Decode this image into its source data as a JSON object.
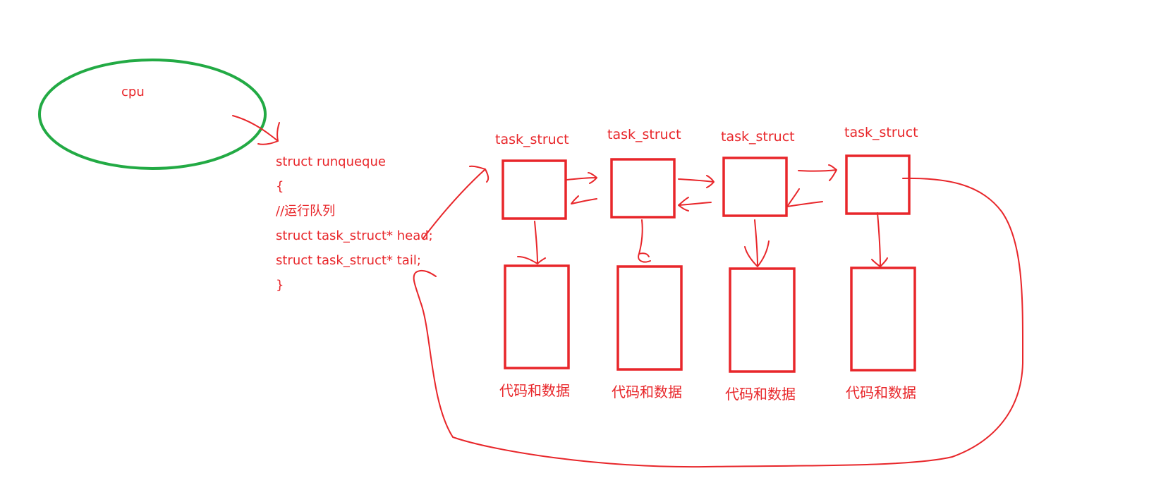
{
  "colors": {
    "ink_red": "#e8262a",
    "ink_green": "#22aa44",
    "background": "#ffffff"
  },
  "cpu": {
    "label": "cpu"
  },
  "runqueue": {
    "lines": [
      "struct runqueque",
      "{",
      "//运行队列",
      "struct task_struct* head;",
      "struct task_struct* tail;",
      "}"
    ]
  },
  "tasks": [
    {
      "label": "task_struct",
      "data_label": "代码和数据"
    },
    {
      "label": "task_struct",
      "data_label": "代码和数据"
    },
    {
      "label": "task_struct",
      "data_label": "代码和数据"
    },
    {
      "label": "task_struct",
      "data_label": "代码和数据"
    }
  ]
}
